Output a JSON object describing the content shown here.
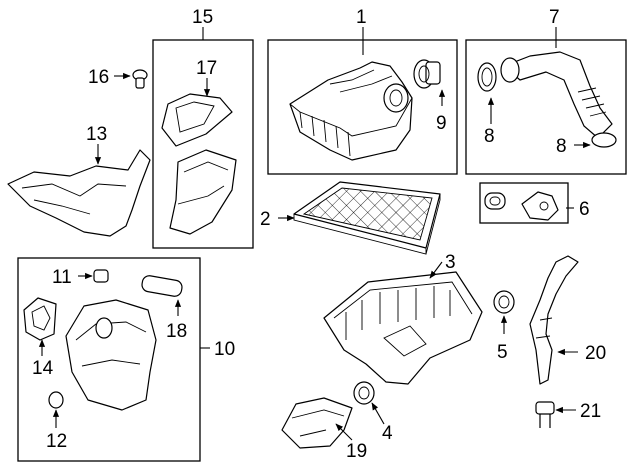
{
  "callouts": {
    "c1": "1",
    "c2": "2",
    "c3": "3",
    "c4": "4",
    "c5": "5",
    "c6": "6",
    "c7": "7",
    "c8a": "8",
    "c8b": "8",
    "c9": "9",
    "c10": "10",
    "c11": "11",
    "c12": "12",
    "c13": "13",
    "c14": "14",
    "c15": "15",
    "c16": "16",
    "c17": "17",
    "c18": "18",
    "c19": "19",
    "c20": "20",
    "c21": "21"
  },
  "colors": {
    "line": "#000000",
    "background": "#ffffff"
  }
}
